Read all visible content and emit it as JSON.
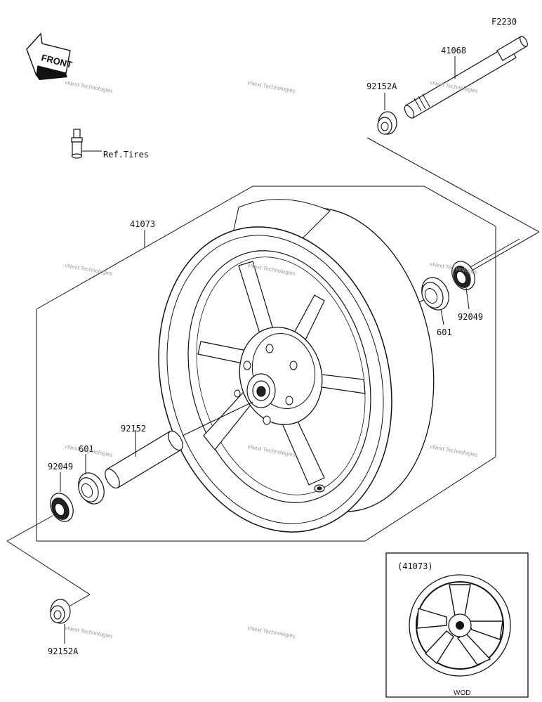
{
  "figure_code": "F2230",
  "front_marker": "FRONT",
  "ref_note": "Ref.Tires",
  "inset_label": "(41073)",
  "inset_caption": "WOD",
  "watermark": "vNext Technologies",
  "parts": {
    "axle": "41068",
    "collar_top": "92152A",
    "wheel": "41073",
    "oil_seal_right": "92049",
    "bearing_right": "601",
    "spacer": "92152",
    "bearing_left": "601",
    "oil_seal_left": "92049",
    "collar_bottom": "92152A"
  }
}
